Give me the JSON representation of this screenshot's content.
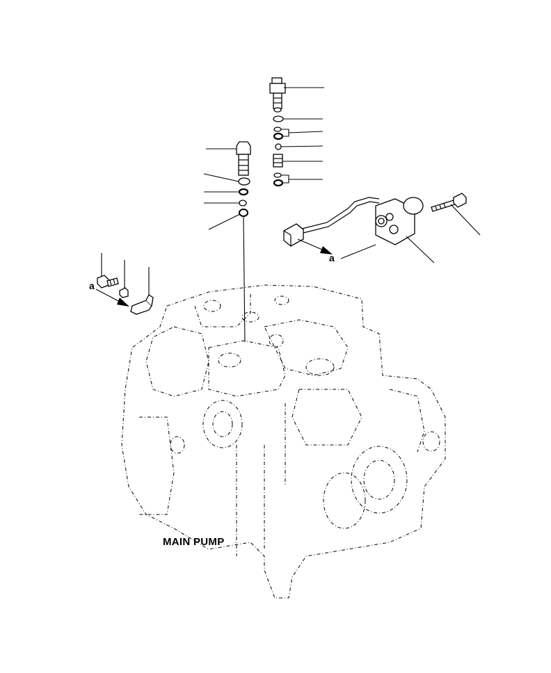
{
  "diagram": {
    "assembly_label": "MAIN PUMP",
    "connection_marks": {
      "left": "a",
      "right": "a"
    }
  }
}
